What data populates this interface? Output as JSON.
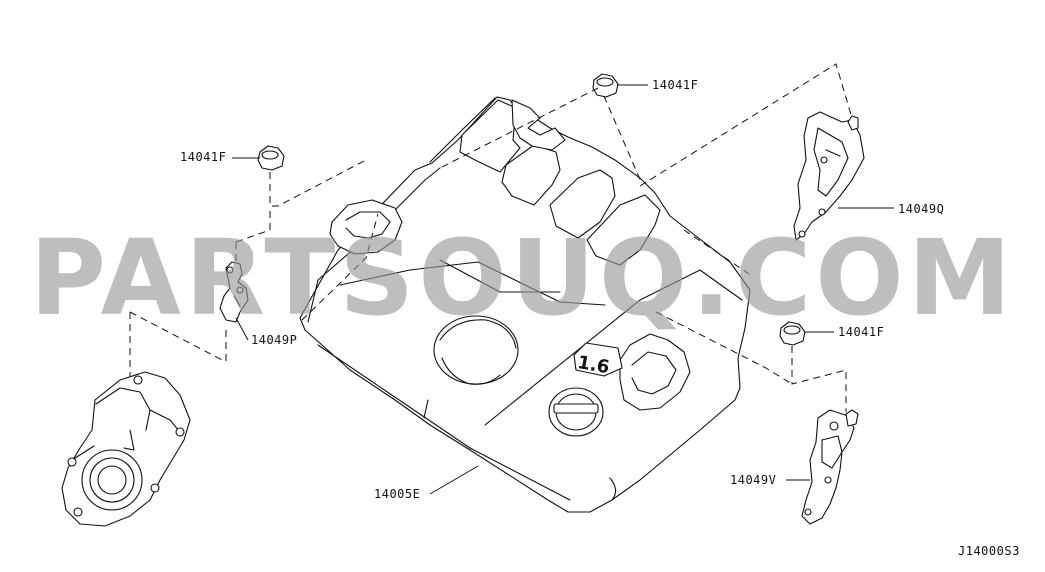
{
  "watermark": "PARTSOUQ.COM",
  "diagram_code": "J14000S3",
  "engine_badge": "1.6",
  "labels": {
    "p14041f_left": "14041F",
    "p14041f_top": "14041F",
    "p14041f_right": "14041F",
    "p14049q": "14049Q",
    "p14049p": "14049P",
    "p14049v": "14049V",
    "p14005e": "14005E"
  }
}
